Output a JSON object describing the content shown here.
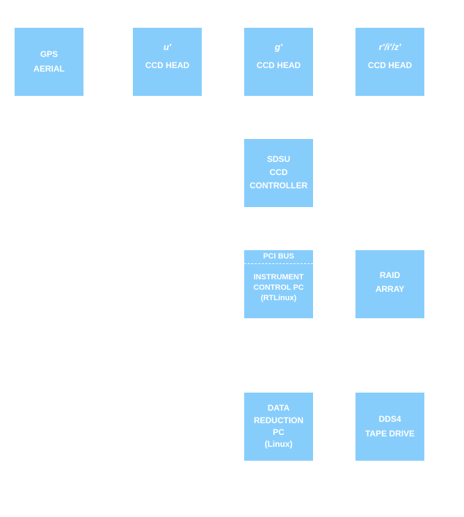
{
  "boxes": {
    "gps": {
      "line1": "GPS",
      "line2": "AERIAL"
    },
    "u_head": {
      "filter": "u'",
      "label": "CCD HEAD"
    },
    "g_head": {
      "filter": "g'",
      "label": "CCD HEAD"
    },
    "riz_head": {
      "filter": "r'/i'/z'",
      "label": "CCD HEAD"
    },
    "sdsu": {
      "line1": "SDSU",
      "line2": "CCD",
      "line3": "CONTROLLER"
    },
    "icpc": {
      "bus": "PCI BUS",
      "line1": "INSTRUMENT",
      "line2": "CONTROL PC",
      "line3": "(RTLinux)"
    },
    "raid": {
      "line1": "RAID",
      "line2": "ARRAY"
    },
    "drpc": {
      "line1": "DATA",
      "line2": "REDUCTION",
      "line3": "PC",
      "line4": "(Linux)"
    },
    "dds4": {
      "line1": "DDS4",
      "line2": "TAPE DRIVE"
    }
  },
  "colors": {
    "box_fill": "#87cdfc",
    "box_text": "#ffffff",
    "background": "#ffffff"
  }
}
